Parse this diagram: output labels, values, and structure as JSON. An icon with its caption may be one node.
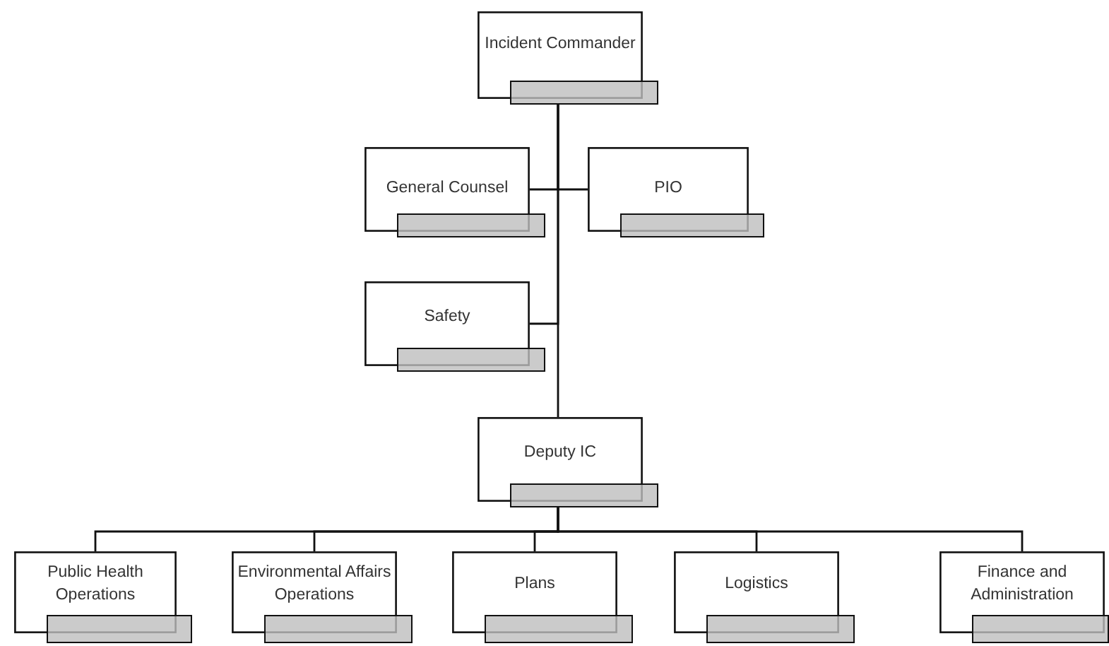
{
  "diagram": {
    "nodes": [
      {
        "text": [
          "Incident Commander"
        ]
      },
      {
        "text": [
          "General Counsel"
        ]
      },
      {
        "text": [
          "PIO"
        ]
      },
      {
        "text": [
          "Safety"
        ]
      },
      {
        "text": [
          "Deputy IC"
        ]
      },
      {
        "text": [
          "Public Health Operations"
        ]
      },
      {
        "text": [
          "Environmental Affairs Operations"
        ]
      },
      {
        "text": [
          "Plans"
        ]
      },
      {
        "text": [
          "Logistics"
        ]
      },
      {
        "text": [
          "Finance and Administration"
        ]
      }
    ],
    "edges": [
      {
        "from": 0,
        "to": 1,
        "arrow": "none"
      },
      {
        "from": 0,
        "to": 2,
        "arrow": "none"
      },
      {
        "from": 0,
        "to": 3,
        "arrow": "none"
      },
      {
        "from": 0,
        "to": 4,
        "arrow": "none"
      },
      {
        "from": 4,
        "to": 5,
        "arrow": "none"
      },
      {
        "from": 4,
        "to": 6,
        "arrow": "none"
      },
      {
        "from": 4,
        "to": 7,
        "arrow": "none"
      },
      {
        "from": 4,
        "to": 8,
        "arrow": "none"
      },
      {
        "from": 4,
        "to": 9,
        "arrow": "none"
      }
    ]
  }
}
